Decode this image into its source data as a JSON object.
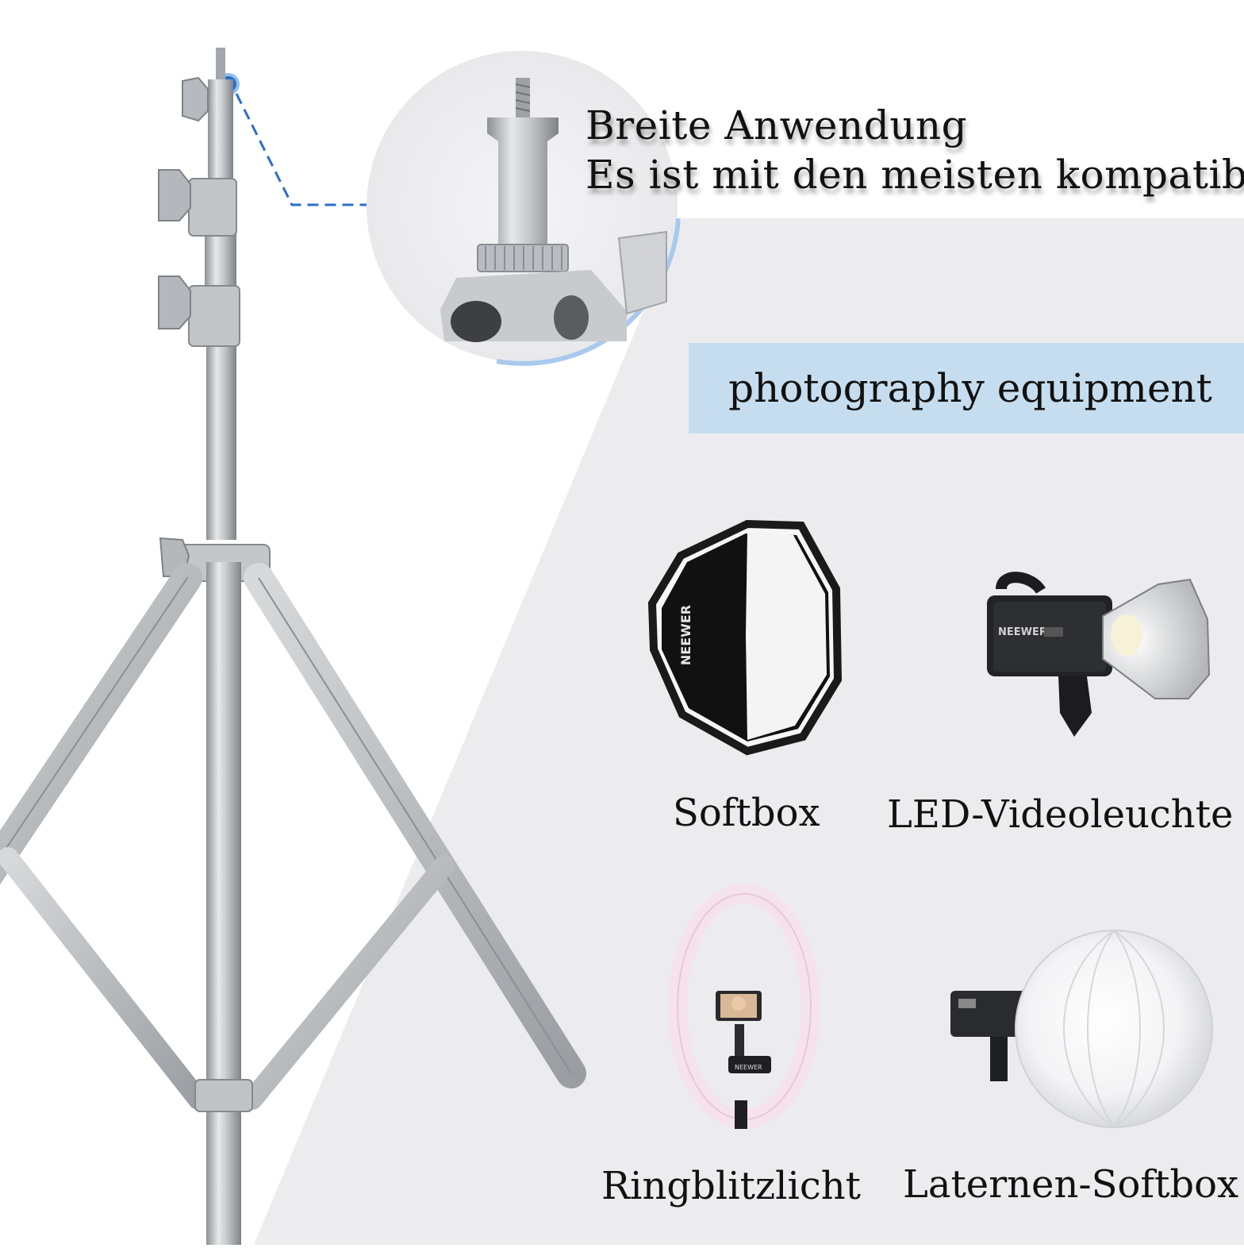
{
  "headline": {
    "line1": "Breite Anwendung",
    "line2": "Es ist mit den meisten kompatibel"
  },
  "banner": {
    "text": "photography equipment"
  },
  "products": [
    {
      "label": "Softbox"
    },
    {
      "label": "LED-Videoleuchte"
    },
    {
      "label": "Ringblitzlicht"
    },
    {
      "label": "Laternen-Softbox"
    }
  ],
  "brand": {
    "name": "NEEWER"
  },
  "colors": {
    "banner": "#c5ddee",
    "panel": "#ececef",
    "callout_blue": "#2a6fc9",
    "steel": "#c9cccf",
    "steel_dark": "#8d9194"
  }
}
